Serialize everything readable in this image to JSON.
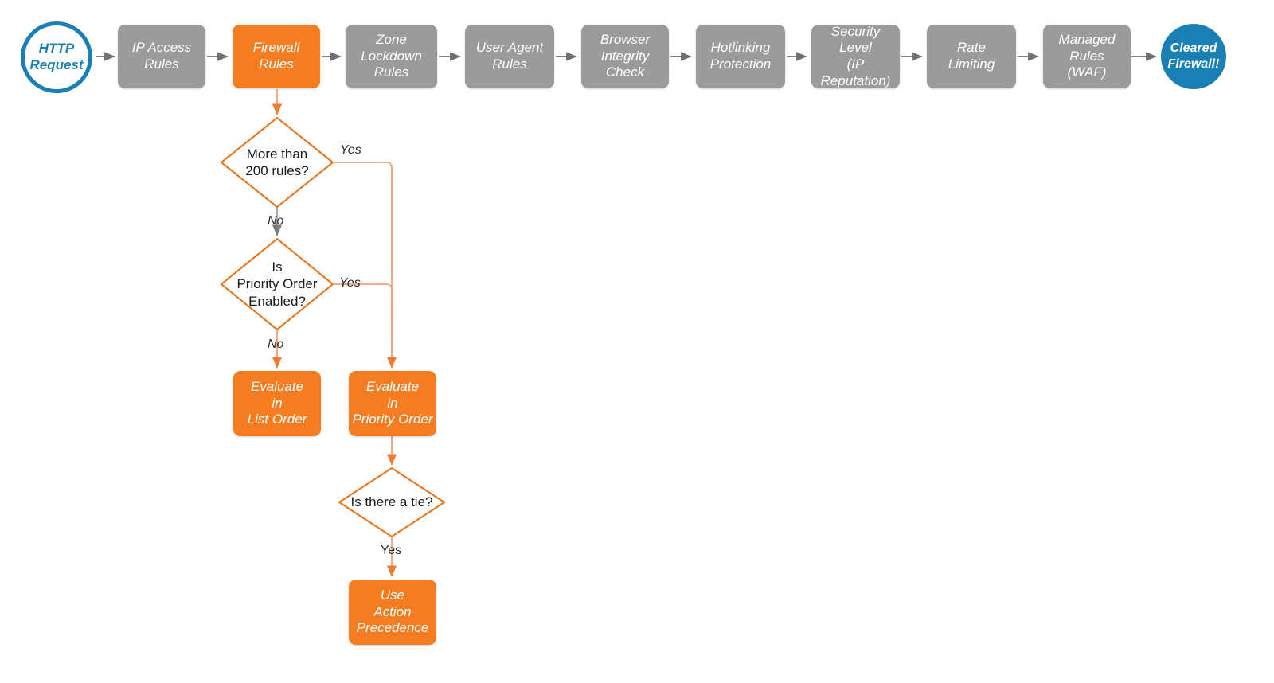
{
  "diagram": {
    "title": "Cloudflare firewall request evaluation order",
    "colors": {
      "gray_fill": "#9b9b9b",
      "orange_fill": "#f57c20",
      "orange_stroke": "#e8761d",
      "orange_edge": "#f2a07a",
      "blue": "#1a7fb5",
      "gray_edge": "#7a7a7a",
      "text_dark": "#1a1a1a",
      "text_light": "#ffffff",
      "background": "#ffffff"
    },
    "pipeline": [
      {
        "id": "http-request",
        "type": "circle-outline",
        "label": "HTTP\nRequest"
      },
      {
        "id": "ip-access-rules",
        "type": "process-gray",
        "label": "IP Access\nRules"
      },
      {
        "id": "firewall-rules",
        "type": "process-orange",
        "label": "Firewall\nRules"
      },
      {
        "id": "zone-lockdown-rules",
        "type": "process-gray",
        "label": "Zone\nLockdown\nRules"
      },
      {
        "id": "user-agent-rules",
        "type": "process-gray",
        "label": "User Agent\nRules"
      },
      {
        "id": "browser-integrity",
        "type": "process-gray",
        "label": "Browser\nIntegrity\nCheck"
      },
      {
        "id": "hotlinking",
        "type": "process-gray",
        "label": "Hotlinking\nProtection"
      },
      {
        "id": "security-level",
        "type": "process-gray",
        "label": "Security\nLevel\n(IP Reputation)"
      },
      {
        "id": "rate-limiting",
        "type": "process-gray",
        "label": "Rate\nLimiting"
      },
      {
        "id": "managed-rules",
        "type": "process-gray",
        "label": "Managed\nRules\n(WAF)"
      },
      {
        "id": "cleared-firewall",
        "type": "circle-filled",
        "label": "Cleared\nFirewall!"
      }
    ],
    "branch": {
      "decisions": [
        {
          "id": "more-than-200-rules",
          "label": "More than\n200 rules?"
        },
        {
          "id": "is-priority-order-enabled",
          "label": "Is\nPriority Order\nEnabled?"
        },
        {
          "id": "is-there-a-tie",
          "label": "Is there a tie?"
        }
      ],
      "outcomes": [
        {
          "id": "evaluate-list-order",
          "label": "Evaluate\nin\nList Order"
        },
        {
          "id": "evaluate-priority-order",
          "label": "Evaluate\nin\nPriority Order"
        },
        {
          "id": "use-action-precedence",
          "label": "Use\nAction\nPrecedence"
        }
      ],
      "edge_labels": [
        {
          "id": "yes-more-than-200",
          "text": "Yes"
        },
        {
          "id": "no-more-than-200",
          "text": "No"
        },
        {
          "id": "yes-priority-order",
          "text": "Yes"
        },
        {
          "id": "no-priority-order",
          "text": "No"
        },
        {
          "id": "yes-tie",
          "text": "Yes"
        }
      ]
    }
  }
}
